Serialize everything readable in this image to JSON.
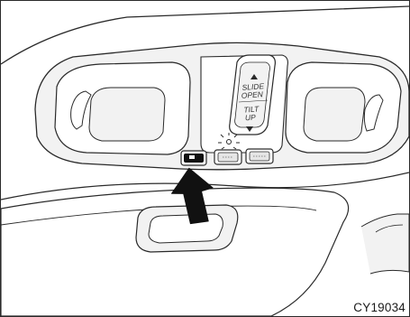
{
  "switch_labels": {
    "slide_open": [
      "SLIDE",
      "OPEN"
    ],
    "tilt_up": [
      "TILT",
      "UP"
    ]
  },
  "figure_code": "CY19034",
  "colors": {
    "line": "#2a2a2a",
    "fill_light": "#f2f2f2",
    "button_dark": "#111111",
    "arrow": "#111111"
  },
  "icons": {
    "press_arrow": "arrow-up-icon",
    "indicator_light": "light-burst-icon"
  }
}
